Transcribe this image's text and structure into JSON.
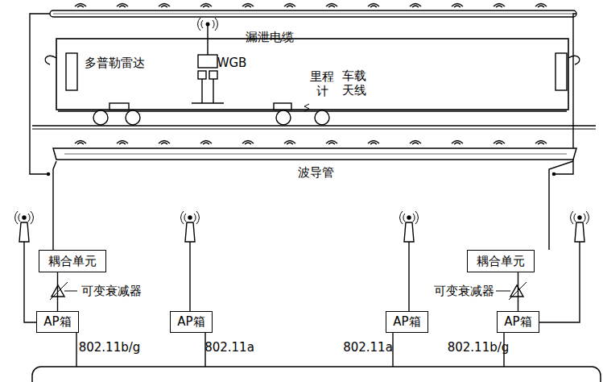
{
  "diagram": {
    "nodes": [
      {
        "text": [
          "耦合单元"
        ]
      },
      {
        "text": [
          "耦合单元"
        ]
      },
      {
        "text": [
          "AP箱"
        ]
      },
      {
        "text": [
          "AP箱"
        ]
      },
      {
        "text": [
          "AP箱"
        ]
      },
      {
        "text": [
          "AP箱"
        ]
      }
    ],
    "edges": [
      {
        "from": 2,
        "to": 0,
        "arrow": "none"
      },
      {
        "from": 5,
        "to": 1,
        "arrow": "none"
      }
    ],
    "labels": [
      "漏泄电缆",
      "多普勒雷达",
      "WGB",
      "里程计",
      "车载天线",
      "波导管",
      "可变衰减器",
      "可变衰减器",
      "802.11b/g",
      "802.11a",
      "802.11a",
      "802.11b/g"
    ]
  }
}
